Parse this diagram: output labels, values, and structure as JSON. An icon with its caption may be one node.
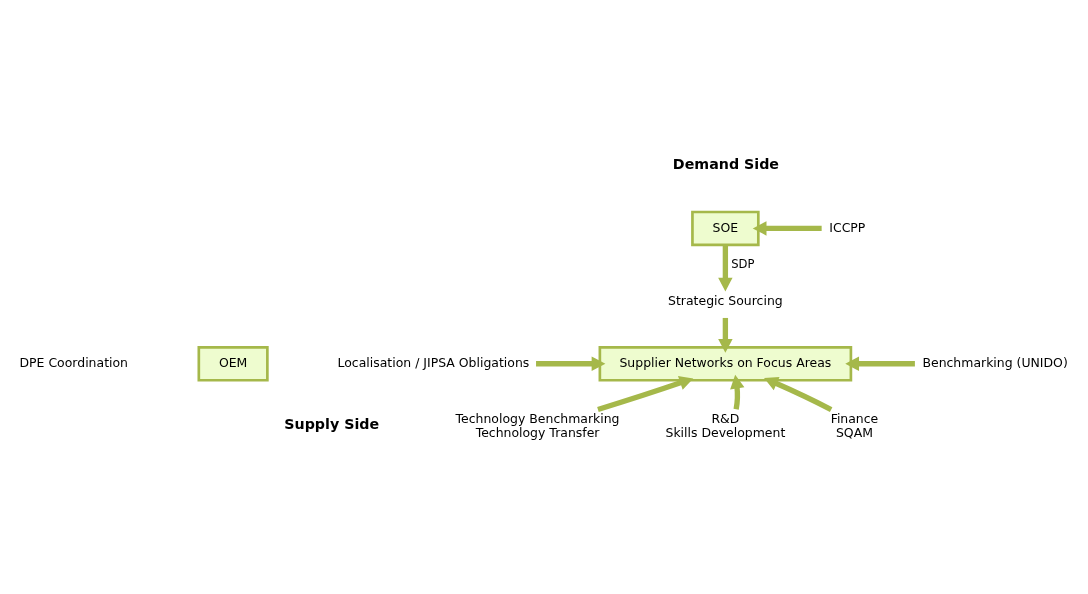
{
  "diagram": {
    "nodes": [
      {
        "text": [
          "SOE"
        ]
      },
      {
        "text": [
          "ICCPP"
        ]
      },
      {
        "text": [
          "Strategic Sourcing"
        ]
      },
      {
        "text": [
          "Supplier Networks on Focus Areas"
        ]
      },
      {
        "text": [
          "OEM"
        ]
      },
      {
        "text": [
          "Localisation / JIPSA Obligations"
        ]
      },
      {
        "text": [
          "Benchmarking (UNIDO)"
        ]
      },
      {
        "text": [
          "Technology Benchmarking",
          "Technology Transfer"
        ]
      },
      {
        "text": [
          "R&D",
          "Skills Development"
        ]
      },
      {
        "text": [
          "Finance",
          "SQAM"
        ]
      }
    ],
    "edges": [
      {
        "from": 1,
        "to": 0,
        "arrow": "to"
      },
      {
        "from": 0,
        "to": 2,
        "arrow": "to",
        "label": "SDP"
      },
      {
        "from": 2,
        "to": 3,
        "arrow": "to"
      },
      {
        "from": 5,
        "to": 3,
        "arrow": "to"
      },
      {
        "from": 6,
        "to": 3,
        "arrow": "to"
      },
      {
        "from": 7,
        "to": 3,
        "arrow": "to"
      },
      {
        "from": 8,
        "to": 3,
        "arrow": "to"
      },
      {
        "from": 9,
        "to": 3,
        "arrow": "to"
      }
    ],
    "labels": [
      "Demand Side",
      "DPE Coordination",
      "Supply Side"
    ]
  }
}
